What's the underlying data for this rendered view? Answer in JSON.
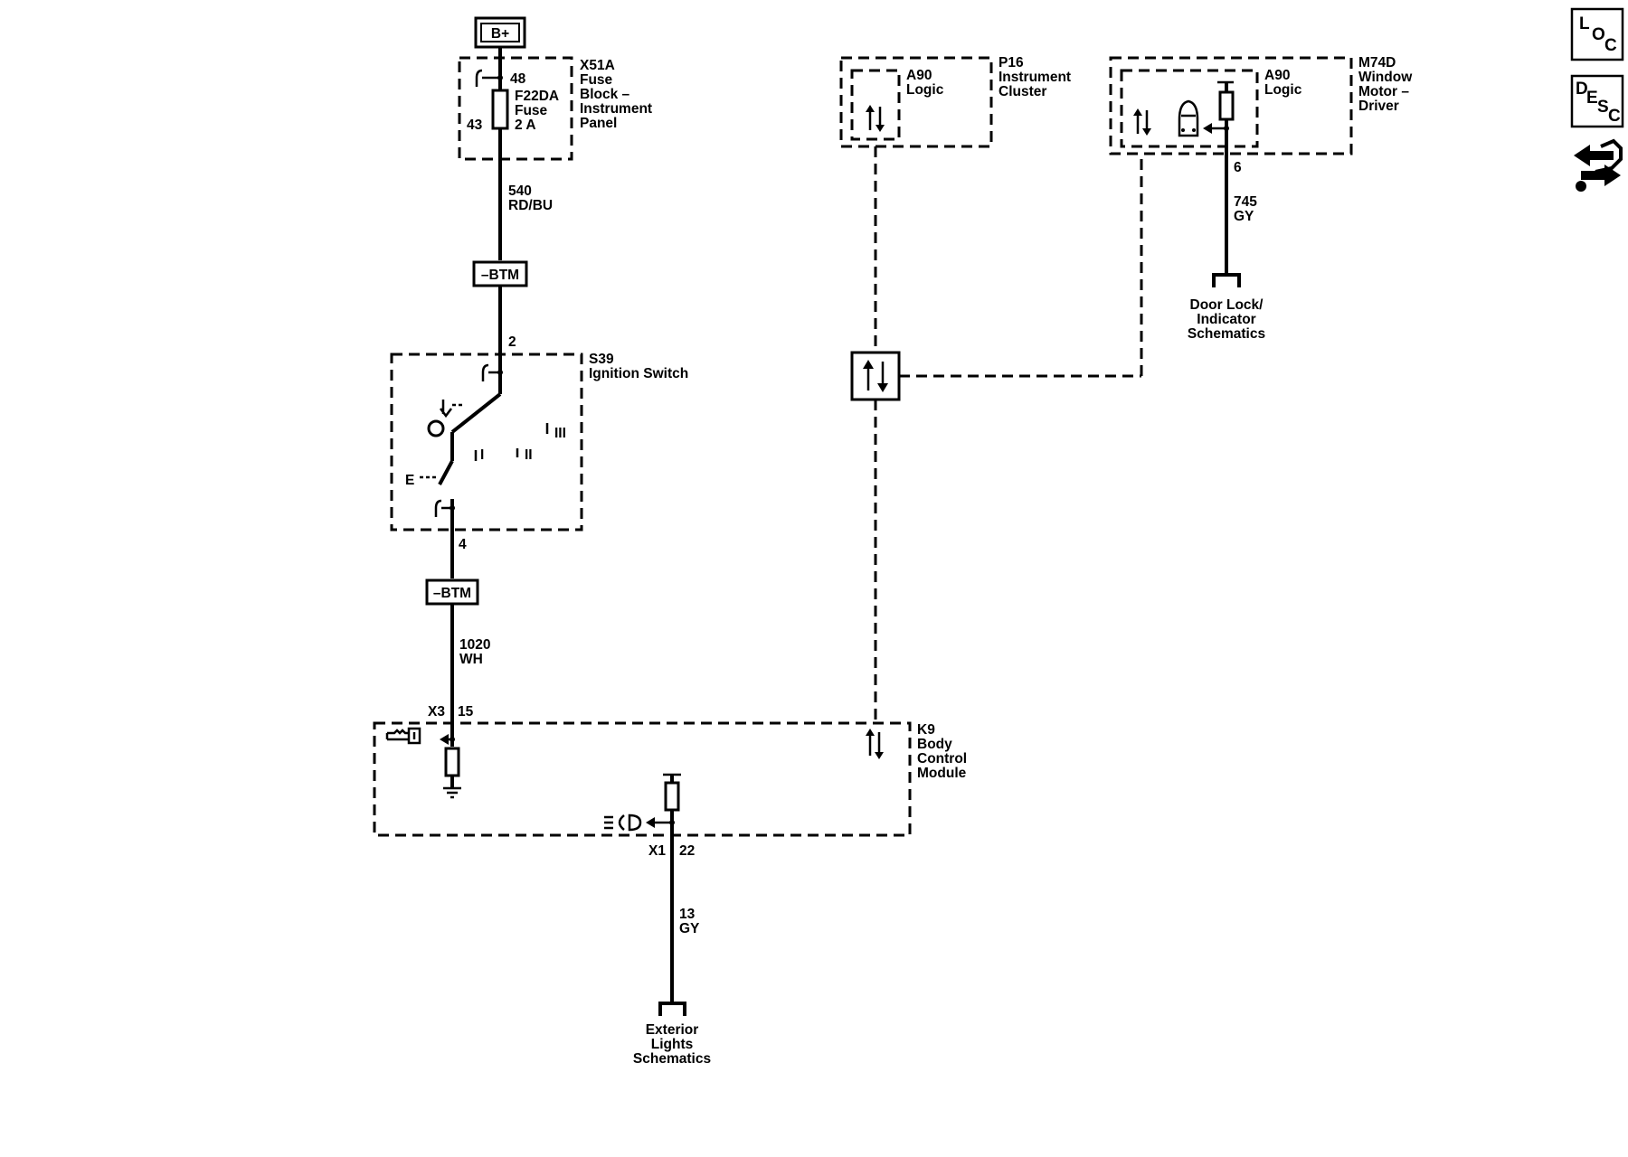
{
  "colors": {
    "line": "#000000",
    "background": "#ffffff"
  },
  "power": {
    "label": "B+"
  },
  "fuse_block": {
    "id": "X51A",
    "name_lines": [
      "Fuse",
      "Block –",
      "Instrument",
      "Panel"
    ],
    "pin_in": "48",
    "pin_out": "43",
    "fuse_id": "F22DA",
    "fuse_word": "Fuse",
    "fuse_rating": "2 A"
  },
  "wires": {
    "w540": {
      "number": "540",
      "color": "RD/BU"
    },
    "w1020": {
      "number": "1020",
      "color": "WH"
    },
    "w13": {
      "number": "13",
      "color": "GY"
    },
    "w745": {
      "number": "745",
      "color": "GY"
    }
  },
  "btm_labels": [
    "–BTM",
    "–BTM"
  ],
  "ignition_switch": {
    "id": "S39",
    "name": "Ignition Switch",
    "pin_in": "2",
    "pin_out": "4",
    "positions": [
      "III",
      "I",
      "II",
      "E"
    ]
  },
  "bcm": {
    "id": "K9",
    "name_lines": [
      "Body",
      "Control",
      "Module"
    ],
    "conn_x3": "X3",
    "pin_15": "15",
    "conn_x1": "X1",
    "pin_22": "22"
  },
  "instrument_cluster": {
    "id": "P16",
    "name_lines": [
      "Instrument",
      "Cluster"
    ],
    "logic_label_lines": [
      "A90",
      "Logic"
    ]
  },
  "window_motor": {
    "id": "M74D",
    "name_lines": [
      "Window",
      "Motor –",
      "Driver"
    ],
    "logic_label_lines": [
      "A90",
      "Logic"
    ],
    "pin": "6"
  },
  "references": {
    "door_lock": [
      "Door Lock/",
      "Indicator",
      "Schematics"
    ],
    "exterior_lights": [
      "Exterior",
      "Lights",
      "Schematics"
    ]
  },
  "side_buttons": {
    "loc": [
      "L",
      "O",
      "C"
    ],
    "desc": [
      "D",
      "E",
      "S",
      "C"
    ],
    "tool_icon": "wrench-arrows-icon"
  }
}
